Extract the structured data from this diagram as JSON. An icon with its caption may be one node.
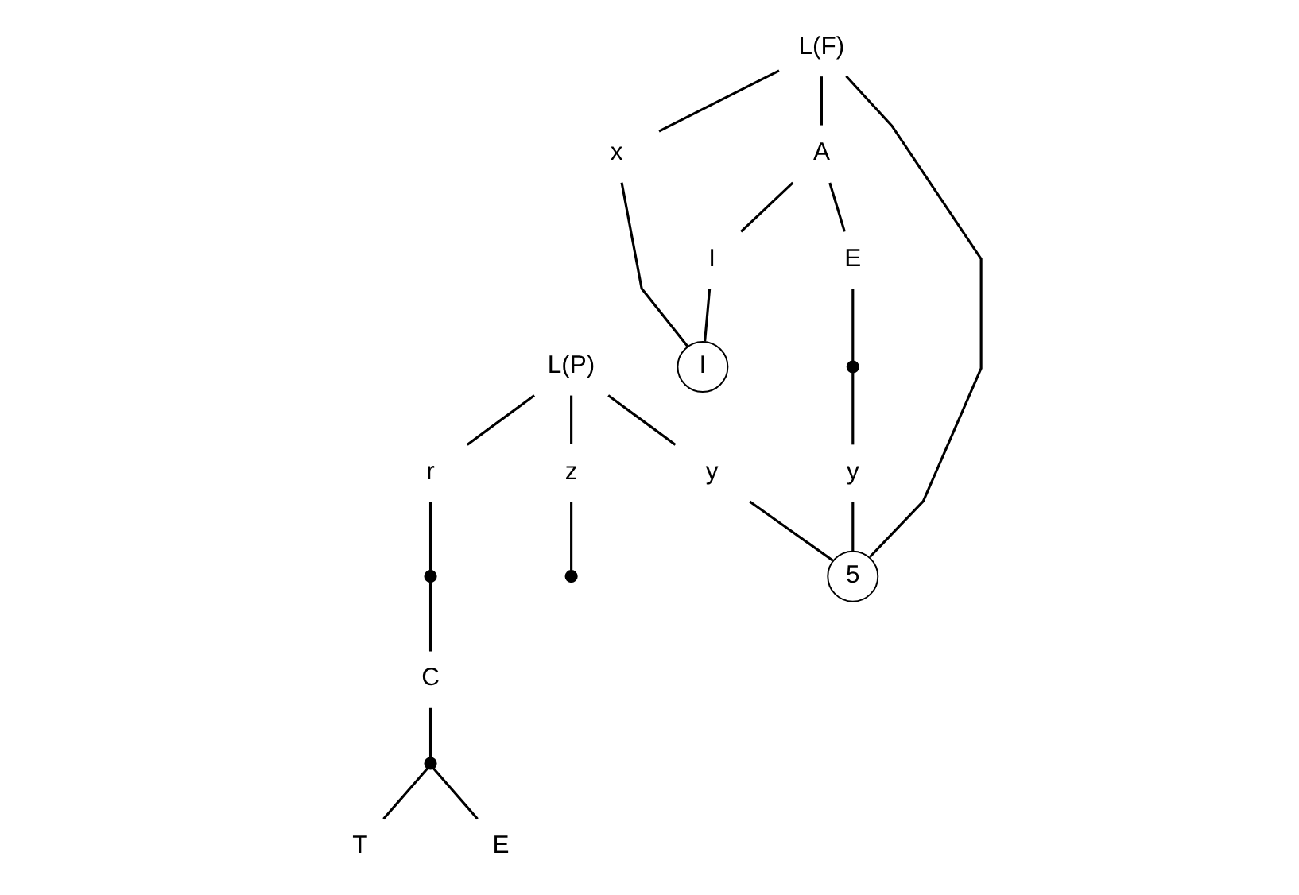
{
  "diagram": {
    "nodes": [
      {
        "text": [
          "L(P)"
        ]
      },
      {
        "text": [
          "r"
        ]
      },
      {
        "text": [
          "z"
        ]
      },
      {
        "text": [
          "y"
        ]
      },
      {
        "text": [],
        "shape": "dot"
      },
      {
        "text": [
          "C"
        ]
      },
      {
        "text": [],
        "shape": "dot"
      },
      {
        "text": [
          "T"
        ]
      },
      {
        "text": [
          "E"
        ]
      },
      {
        "text": [],
        "shape": "dot"
      },
      {
        "text": [
          "L(F)"
        ]
      },
      {
        "text": [
          "A"
        ]
      },
      {
        "text": [
          "x"
        ]
      },
      {
        "text": [
          "I"
        ]
      },
      {
        "text": [
          "E"
        ]
      },
      {
        "text": [],
        "shape": "dot"
      },
      {
        "text": [
          "y"
        ]
      },
      {
        "text": [
          "I"
        ]
      },
      {
        "text": [
          "5"
        ]
      }
    ],
    "edges": [
      {
        "from": 0,
        "to": 1,
        "arrow": "none"
      },
      {
        "from": 0,
        "to": 2,
        "arrow": "none"
      },
      {
        "from": 0,
        "to": 3,
        "arrow": "none"
      },
      {
        "from": 1,
        "to": 4,
        "arrow": "none"
      },
      {
        "from": 4,
        "to": 5,
        "arrow": "none"
      },
      {
        "from": 5,
        "to": 6,
        "arrow": "none"
      },
      {
        "from": 6,
        "to": 7,
        "arrow": "none"
      },
      {
        "from": 6,
        "to": 8,
        "arrow": "none"
      },
      {
        "from": 2,
        "to": 9,
        "arrow": "none"
      },
      {
        "from": 3,
        "to": 18,
        "arrow": "none"
      },
      {
        "from": 10,
        "to": 11,
        "arrow": "none"
      },
      {
        "from": 10,
        "to": 12,
        "arrow": "none"
      },
      {
        "from": 10,
        "to": 18,
        "arrow": "none"
      },
      {
        "from": 11,
        "to": 13,
        "arrow": "none"
      },
      {
        "from": 11,
        "to": 14,
        "arrow": "none"
      },
      {
        "from": 14,
        "to": 15,
        "arrow": "none"
      },
      {
        "from": 15,
        "to": 16,
        "arrow": "none"
      },
      {
        "from": 16,
        "to": 18,
        "arrow": "none"
      },
      {
        "from": 13,
        "to": 17,
        "arrow": "none"
      },
      {
        "from": 12,
        "to": 17,
        "arrow": "none"
      }
    ]
  }
}
